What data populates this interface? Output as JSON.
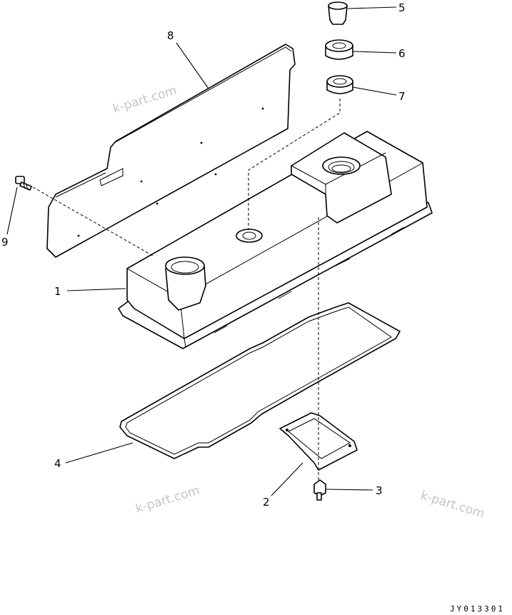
{
  "callouts": {
    "c1": "1",
    "c2": "2",
    "c3": "3",
    "c4": "4",
    "c5": "5",
    "c6": "6",
    "c7": "7",
    "c8": "8",
    "c9": "9"
  },
  "watermarks": [
    "k-part.com",
    "k-part.com",
    "k-part.com",
    "k-part.com"
  ],
  "drawing_code": "JY013301",
  "colors": {
    "line": "#000000",
    "watermark": "#c4c4c4",
    "background": "#ffffff"
  }
}
